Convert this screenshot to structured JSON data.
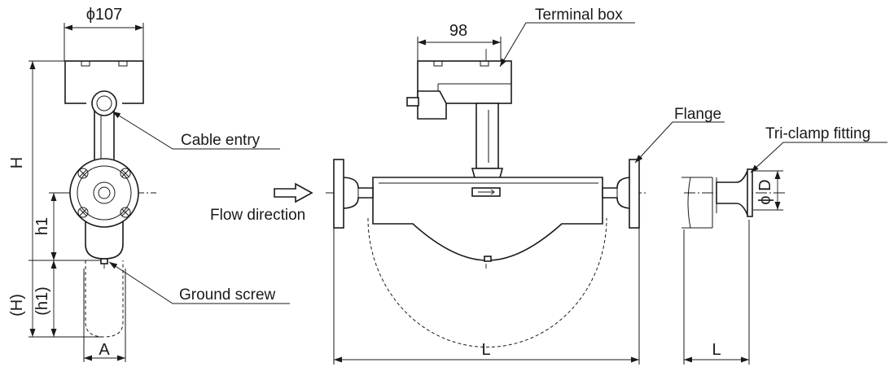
{
  "labels": {
    "terminal_box": "Terminal box",
    "cable_entry": "Cable entry",
    "flange": "Flange",
    "tri_clamp": "Tri-clamp fitting",
    "flow_direction": "Flow direction",
    "ground_screw": "Ground screw"
  },
  "dimensions": {
    "phi107": "ϕ107",
    "d98": "98",
    "H": "H",
    "h1": "h1",
    "H_paren": "(H)",
    "h1_paren": "(h1)",
    "A": "A",
    "L_main": "L",
    "L_clamp": "L",
    "phiD": "ϕ D"
  }
}
